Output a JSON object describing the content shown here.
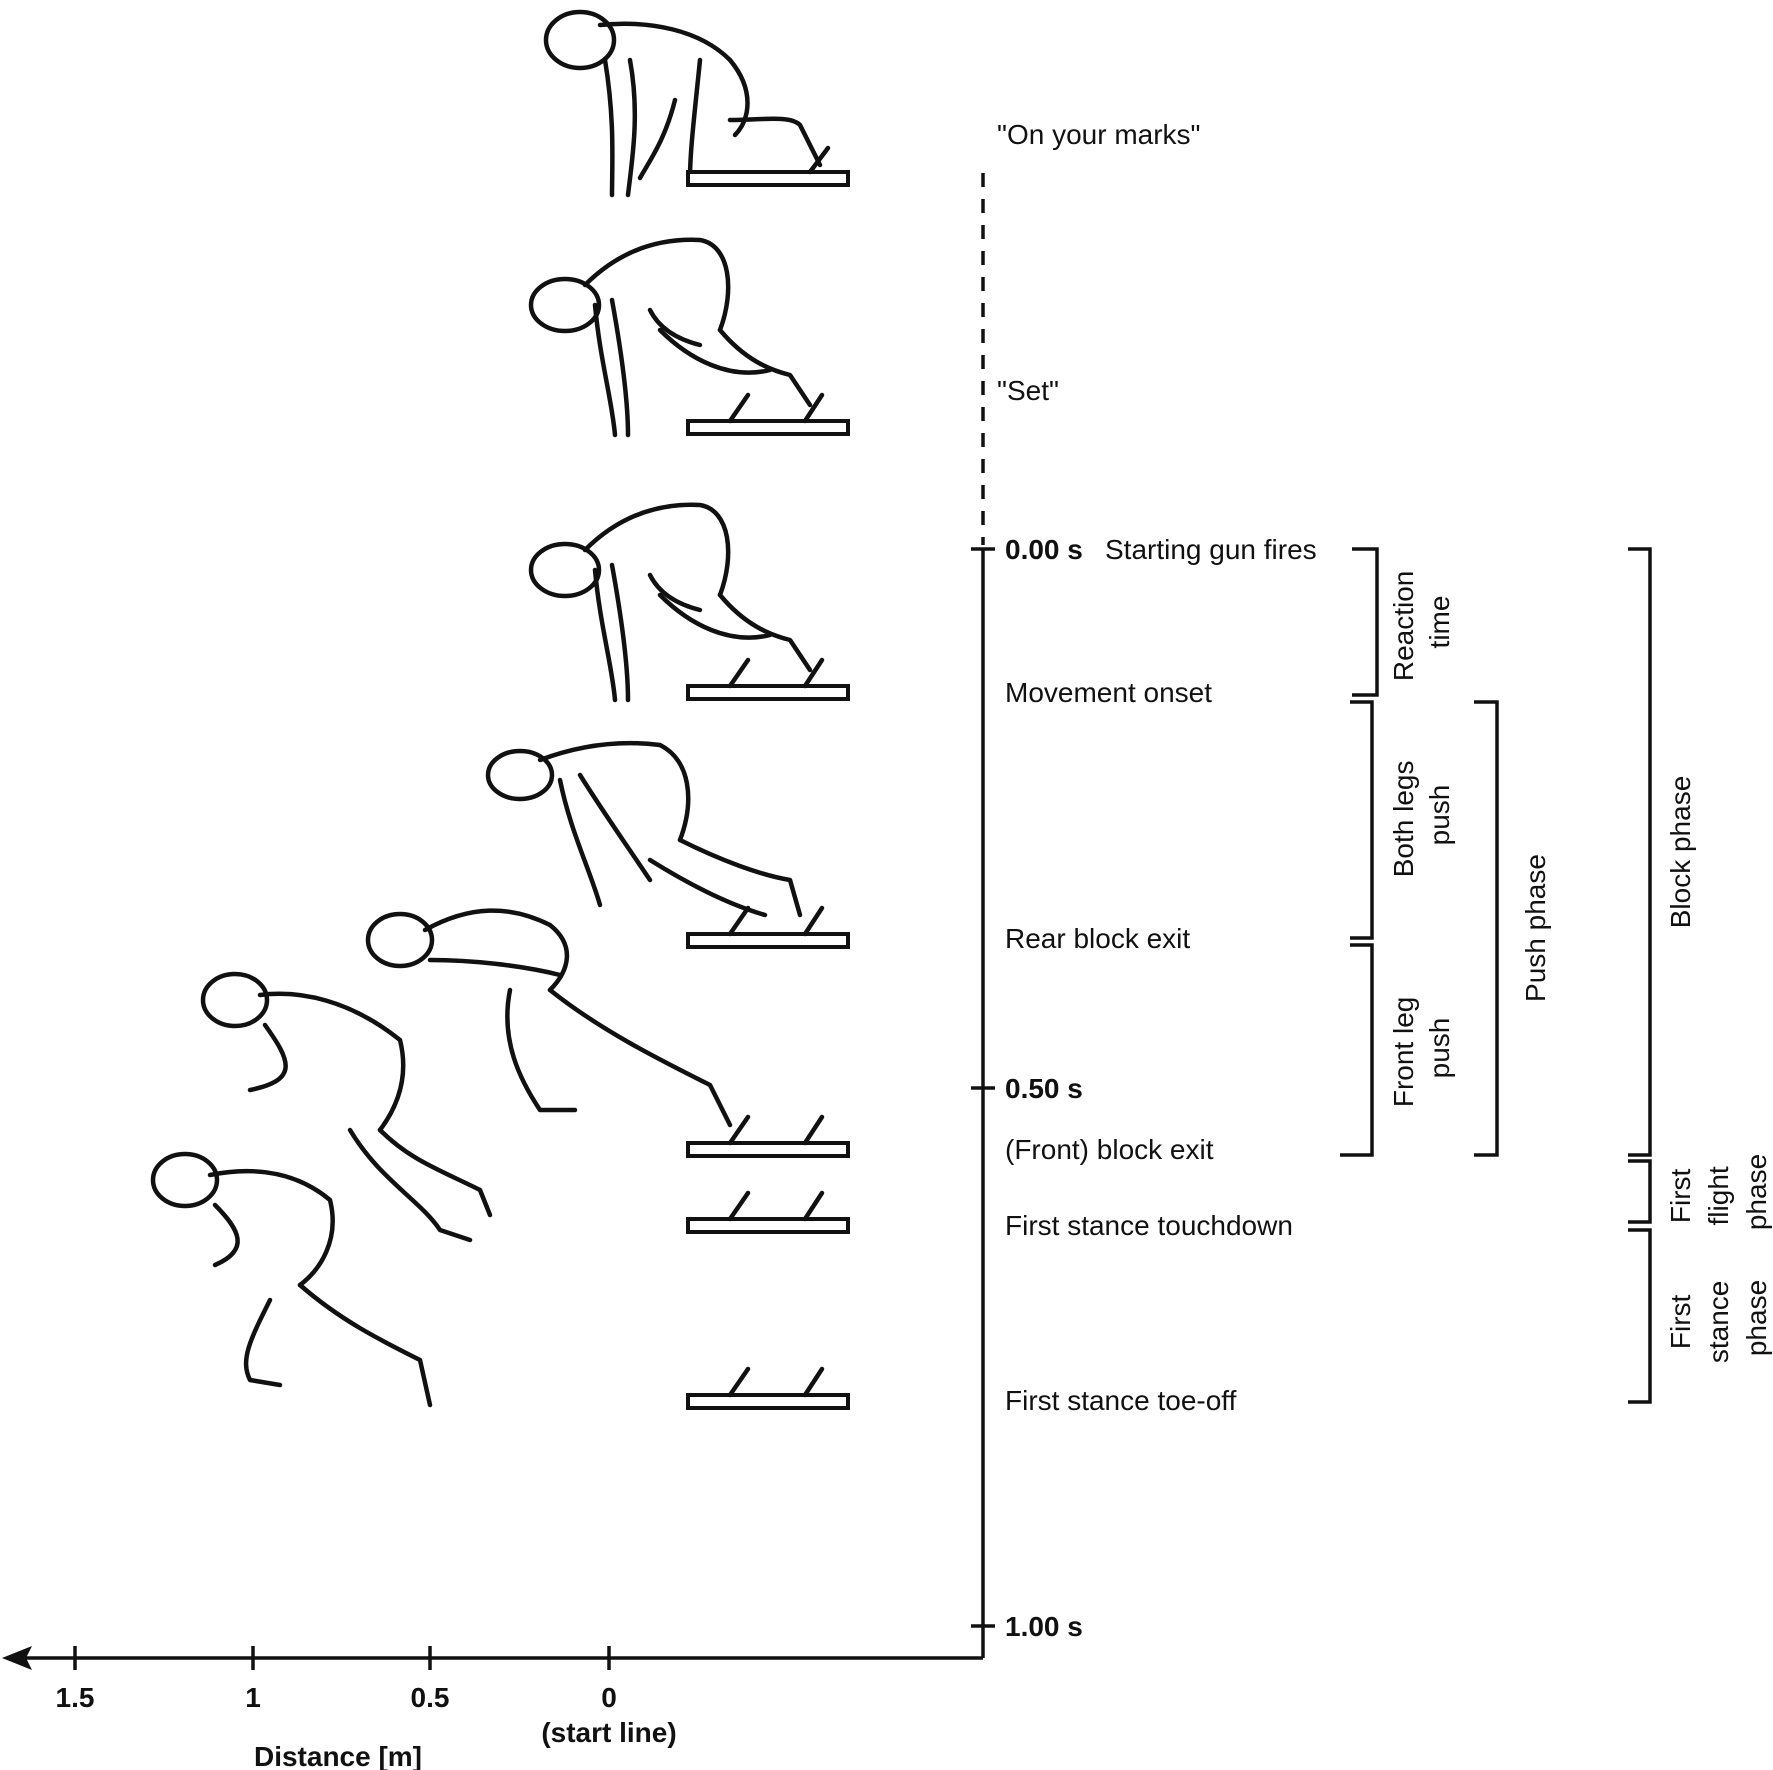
{
  "events": {
    "on_your_marks": "\"On your marks\"",
    "set": "\"Set\"",
    "gun": "Starting gun fires",
    "movement_onset": "Movement onset",
    "rear_block_exit": "Rear block exit",
    "front_block_exit": "(Front) block exit",
    "first_stance_touchdown": "First stance touchdown",
    "first_stance_toe_off": "First stance toe-off"
  },
  "time_axis": {
    "ticks": [
      "0.00 s",
      "0.50 s",
      "1.00 s"
    ]
  },
  "distance_axis": {
    "ticks": [
      "1.5",
      "1",
      "0.5",
      "0"
    ],
    "start_line": "(start line)",
    "label": "Distance [m]"
  },
  "phases": {
    "reaction_time": [
      "Reaction",
      "time"
    ],
    "both_legs_push": [
      "Both legs",
      "push"
    ],
    "front_leg_push": [
      "Front leg",
      "push"
    ],
    "push_phase": "Push phase",
    "block_phase": "Block phase",
    "first_flight_phase": [
      "First",
      "flight",
      "phase"
    ],
    "first_stance_phase": [
      "First",
      "stance",
      "phase"
    ]
  },
  "colors": {
    "ink": "#111111",
    "background": "#ffffff"
  }
}
